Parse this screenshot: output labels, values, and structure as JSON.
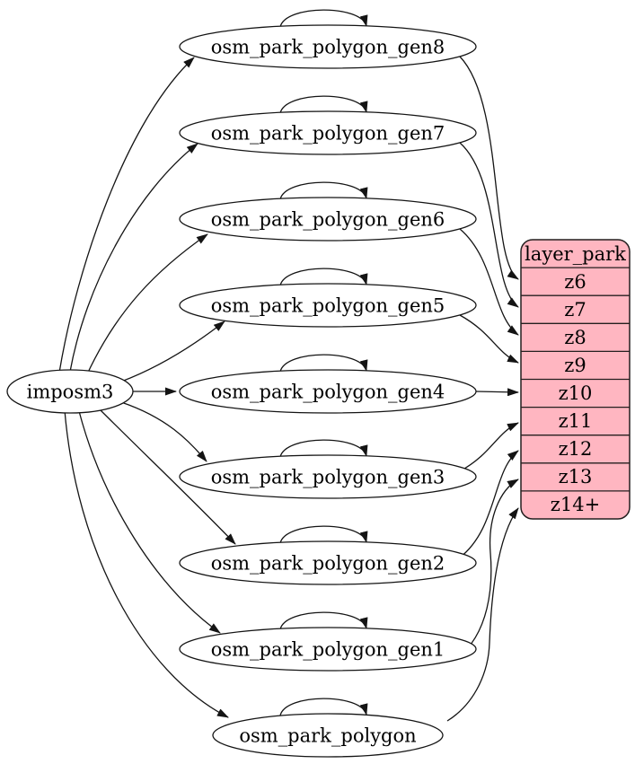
{
  "diagram": {
    "description": "Graphviz mapping diagram: imposm3 import tables feeding the layer_park tile layer by zoom level",
    "colors": {
      "background": "#ffffff",
      "table_node_fill": "#ffffff",
      "layer_node_fill": "#ffb6c1",
      "stroke": "#141414",
      "text": "#000000"
    },
    "source_node": {
      "label": "imposm3"
    },
    "table_nodes": [
      {
        "label": "osm_park_polygon_gen8",
        "target_zoom": "z6"
      },
      {
        "label": "osm_park_polygon_gen7",
        "target_zoom": "z7"
      },
      {
        "label": "osm_park_polygon_gen6",
        "target_zoom": "z8"
      },
      {
        "label": "osm_park_polygon_gen5",
        "target_zoom": "z9"
      },
      {
        "label": "osm_park_polygon_gen4",
        "target_zoom": "z10"
      },
      {
        "label": "osm_park_polygon_gen3",
        "target_zoom": "z11"
      },
      {
        "label": "osm_park_polygon_gen2",
        "target_zoom": "z12"
      },
      {
        "label": "osm_park_polygon_gen1",
        "target_zoom": "z13"
      },
      {
        "label": "osm_park_polygon",
        "target_zoom": "z14+"
      }
    ],
    "layer_node": {
      "title": "layer_park",
      "rows": [
        "z6",
        "z7",
        "z8",
        "z9",
        "z10",
        "z11",
        "z12",
        "z13",
        "z14+"
      ]
    },
    "edges": [
      {
        "from": "imposm3",
        "to": "osm_park_polygon_gen8"
      },
      {
        "from": "imposm3",
        "to": "osm_park_polygon_gen7"
      },
      {
        "from": "imposm3",
        "to": "osm_park_polygon_gen6"
      },
      {
        "from": "imposm3",
        "to": "osm_park_polygon_gen5"
      },
      {
        "from": "imposm3",
        "to": "osm_park_polygon_gen4"
      },
      {
        "from": "imposm3",
        "to": "osm_park_polygon_gen3"
      },
      {
        "from": "imposm3",
        "to": "osm_park_polygon_gen2"
      },
      {
        "from": "imposm3",
        "to": "osm_park_polygon_gen1"
      },
      {
        "from": "imposm3",
        "to": "osm_park_polygon"
      },
      {
        "from": "osm_park_polygon_gen8",
        "to": "osm_park_polygon_gen8",
        "type": "self-loop"
      },
      {
        "from": "osm_park_polygon_gen7",
        "to": "osm_park_polygon_gen7",
        "type": "self-loop"
      },
      {
        "from": "osm_park_polygon_gen6",
        "to": "osm_park_polygon_gen6",
        "type": "self-loop"
      },
      {
        "from": "osm_park_polygon_gen5",
        "to": "osm_park_polygon_gen5",
        "type": "self-loop"
      },
      {
        "from": "osm_park_polygon_gen4",
        "to": "osm_park_polygon_gen4",
        "type": "self-loop"
      },
      {
        "from": "osm_park_polygon_gen3",
        "to": "osm_park_polygon_gen3",
        "type": "self-loop"
      },
      {
        "from": "osm_park_polygon_gen2",
        "to": "osm_park_polygon_gen2",
        "type": "self-loop"
      },
      {
        "from": "osm_park_polygon_gen1",
        "to": "osm_park_polygon_gen1",
        "type": "self-loop"
      },
      {
        "from": "osm_park_polygon",
        "to": "osm_park_polygon",
        "type": "self-loop"
      },
      {
        "from": "osm_park_polygon_gen8",
        "to": "layer_park.z6"
      },
      {
        "from": "osm_park_polygon_gen7",
        "to": "layer_park.z7"
      },
      {
        "from": "osm_park_polygon_gen6",
        "to": "layer_park.z8"
      },
      {
        "from": "osm_park_polygon_gen5",
        "to": "layer_park.z9"
      },
      {
        "from": "osm_park_polygon_gen4",
        "to": "layer_park.z10"
      },
      {
        "from": "osm_park_polygon_gen3",
        "to": "layer_park.z11"
      },
      {
        "from": "osm_park_polygon_gen2",
        "to": "layer_park.z12"
      },
      {
        "from": "osm_park_polygon_gen1",
        "to": "layer_park.z13"
      },
      {
        "from": "osm_park_polygon",
        "to": "layer_park.z14+"
      }
    ]
  }
}
